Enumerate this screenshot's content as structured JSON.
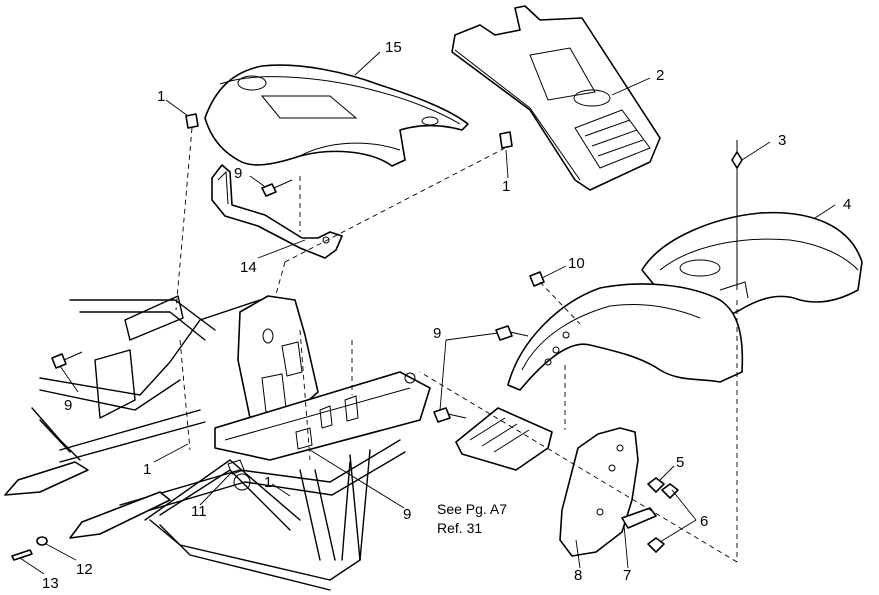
{
  "callouts": {
    "c1a": "1",
    "c1b": "1",
    "c1c": "1",
    "c1d": "1",
    "c2": "2",
    "c3": "3",
    "c4": "4",
    "c5": "5",
    "c6": "6",
    "c7": "7",
    "c8": "8",
    "c9a": "9",
    "c9b": "9",
    "c9c": "9",
    "c9d": "9",
    "c10": "10",
    "c11": "11",
    "c12": "12",
    "c13": "13",
    "c14": "14",
    "c15": "15"
  },
  "note": {
    "line1": "See Pg. A7",
    "line2": "Ref. 31"
  }
}
